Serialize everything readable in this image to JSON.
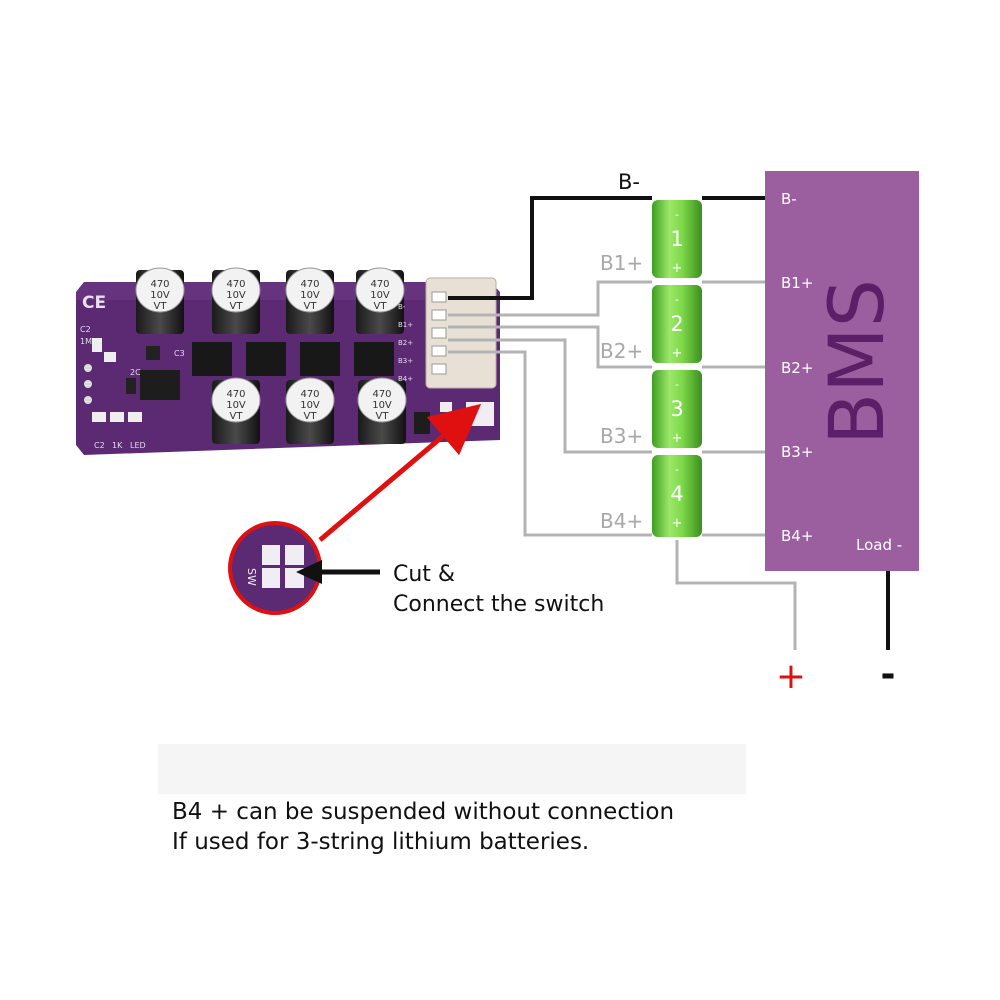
{
  "board": {
    "ce_mark": "CE",
    "cap_value": "470",
    "cap_voltage": "10V",
    "cap_brand": "VT",
    "silk": [
      "C2",
      "1M",
      "C3",
      "2C",
      "1K",
      "LED",
      "C2",
      "SW"
    ],
    "connector_pins": [
      "B-",
      "B1+",
      "B2+",
      "B3+",
      "B4+"
    ]
  },
  "cells": [
    "1",
    "2",
    "3",
    "4"
  ],
  "left_labels": {
    "b_minus": "B-",
    "b1": "B1+",
    "b2": "B2+",
    "b3": "B3+",
    "b4": "B4+"
  },
  "bms": {
    "title": "BMS",
    "pins": [
      "B-",
      "B1+",
      "B2+",
      "B3+",
      "B4+"
    ],
    "load": "Load -",
    "color": "#9b5fa0"
  },
  "terminals": {
    "plus": "+",
    "minus": "-"
  },
  "zoom": {
    "sw_label": "SW"
  },
  "instruction": {
    "line1": "Cut &",
    "line2": "Connect the switch"
  },
  "note": {
    "line1": "B4 + can be suspended without connection",
    "line2": "If used for 3-string lithium batteries."
  },
  "colors": {
    "board": "#5b2a72",
    "cell": "#7ed94a",
    "wire_grey": "#b3b3b3",
    "arrow": "#e01010"
  }
}
